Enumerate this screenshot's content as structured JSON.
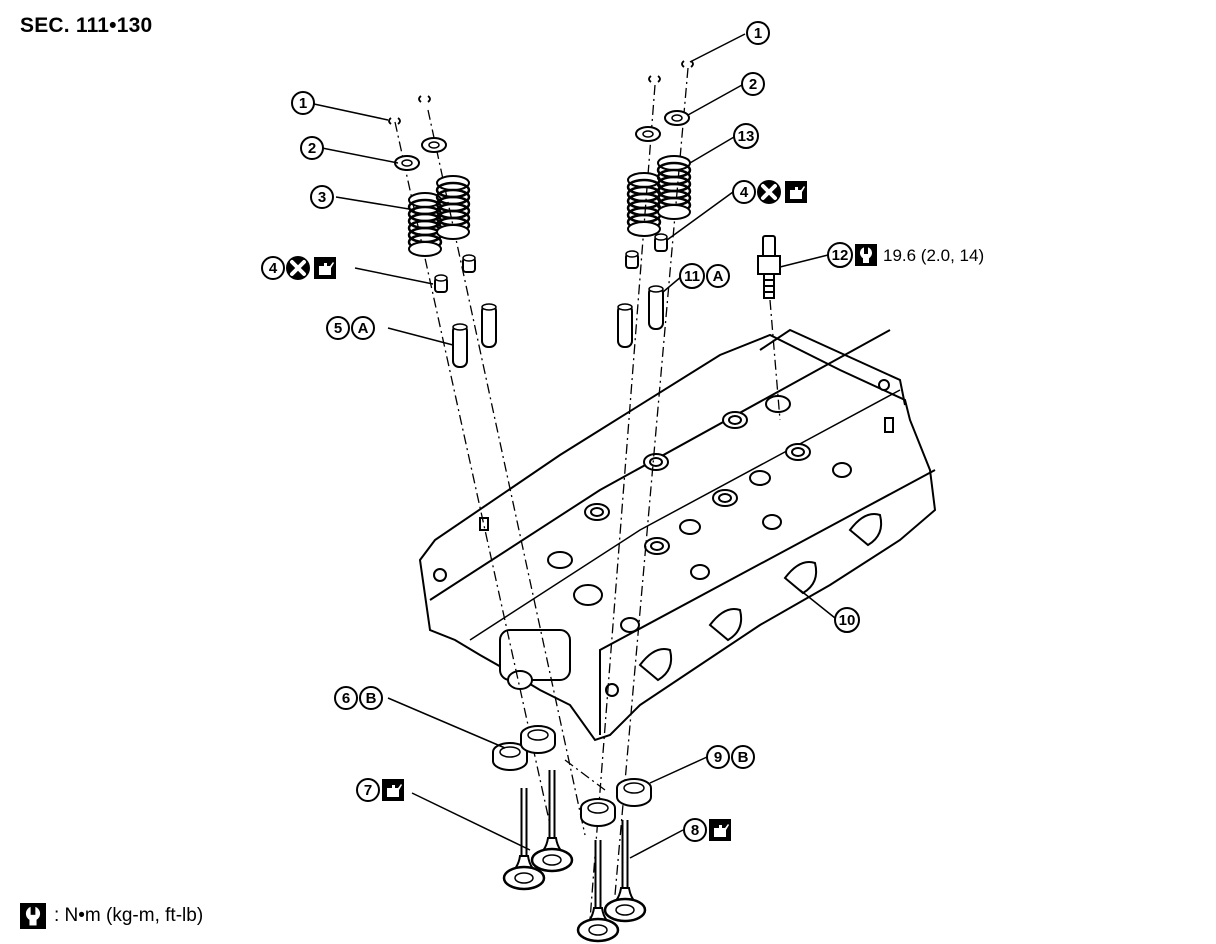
{
  "header": {
    "section_title": "SEC. 111•130"
  },
  "legend": {
    "torque_icon": "torque-wrench-icon",
    "units_text": ": N•m (kg-m, ft-lb)"
  },
  "callouts": [
    {
      "id": "c1a",
      "number": "1"
    },
    {
      "id": "c2a",
      "number": "2"
    },
    {
      "id": "c3",
      "number": "3"
    },
    {
      "id": "c4a",
      "number": "4",
      "icons": [
        "do-not-reuse-icon",
        "apply-oil-icon"
      ]
    },
    {
      "id": "c5",
      "number": "5",
      "letter": "A"
    },
    {
      "id": "c6",
      "number": "6",
      "letter": "B"
    },
    {
      "id": "c7",
      "number": "7",
      "icons": [
        "apply-oil-icon"
      ]
    },
    {
      "id": "c1b",
      "number": "1"
    },
    {
      "id": "c2b",
      "number": "2"
    },
    {
      "id": "c13",
      "number": "13"
    },
    {
      "id": "c4b",
      "number": "4",
      "icons": [
        "do-not-reuse-icon",
        "apply-oil-icon"
      ]
    },
    {
      "id": "c11",
      "number": "11",
      "letter": "A"
    },
    {
      "id": "c12",
      "number": "12",
      "icons": [
        "torque-wrench-icon"
      ],
      "torque": "19.6 (2.0, 14)"
    },
    {
      "id": "c10",
      "number": "10"
    },
    {
      "id": "c9",
      "number": "9",
      "letter": "B"
    },
    {
      "id": "c8",
      "number": "8",
      "icons": [
        "apply-oil-icon"
      ]
    }
  ],
  "colors": {
    "ink": "#000000",
    "paper": "#ffffff"
  }
}
